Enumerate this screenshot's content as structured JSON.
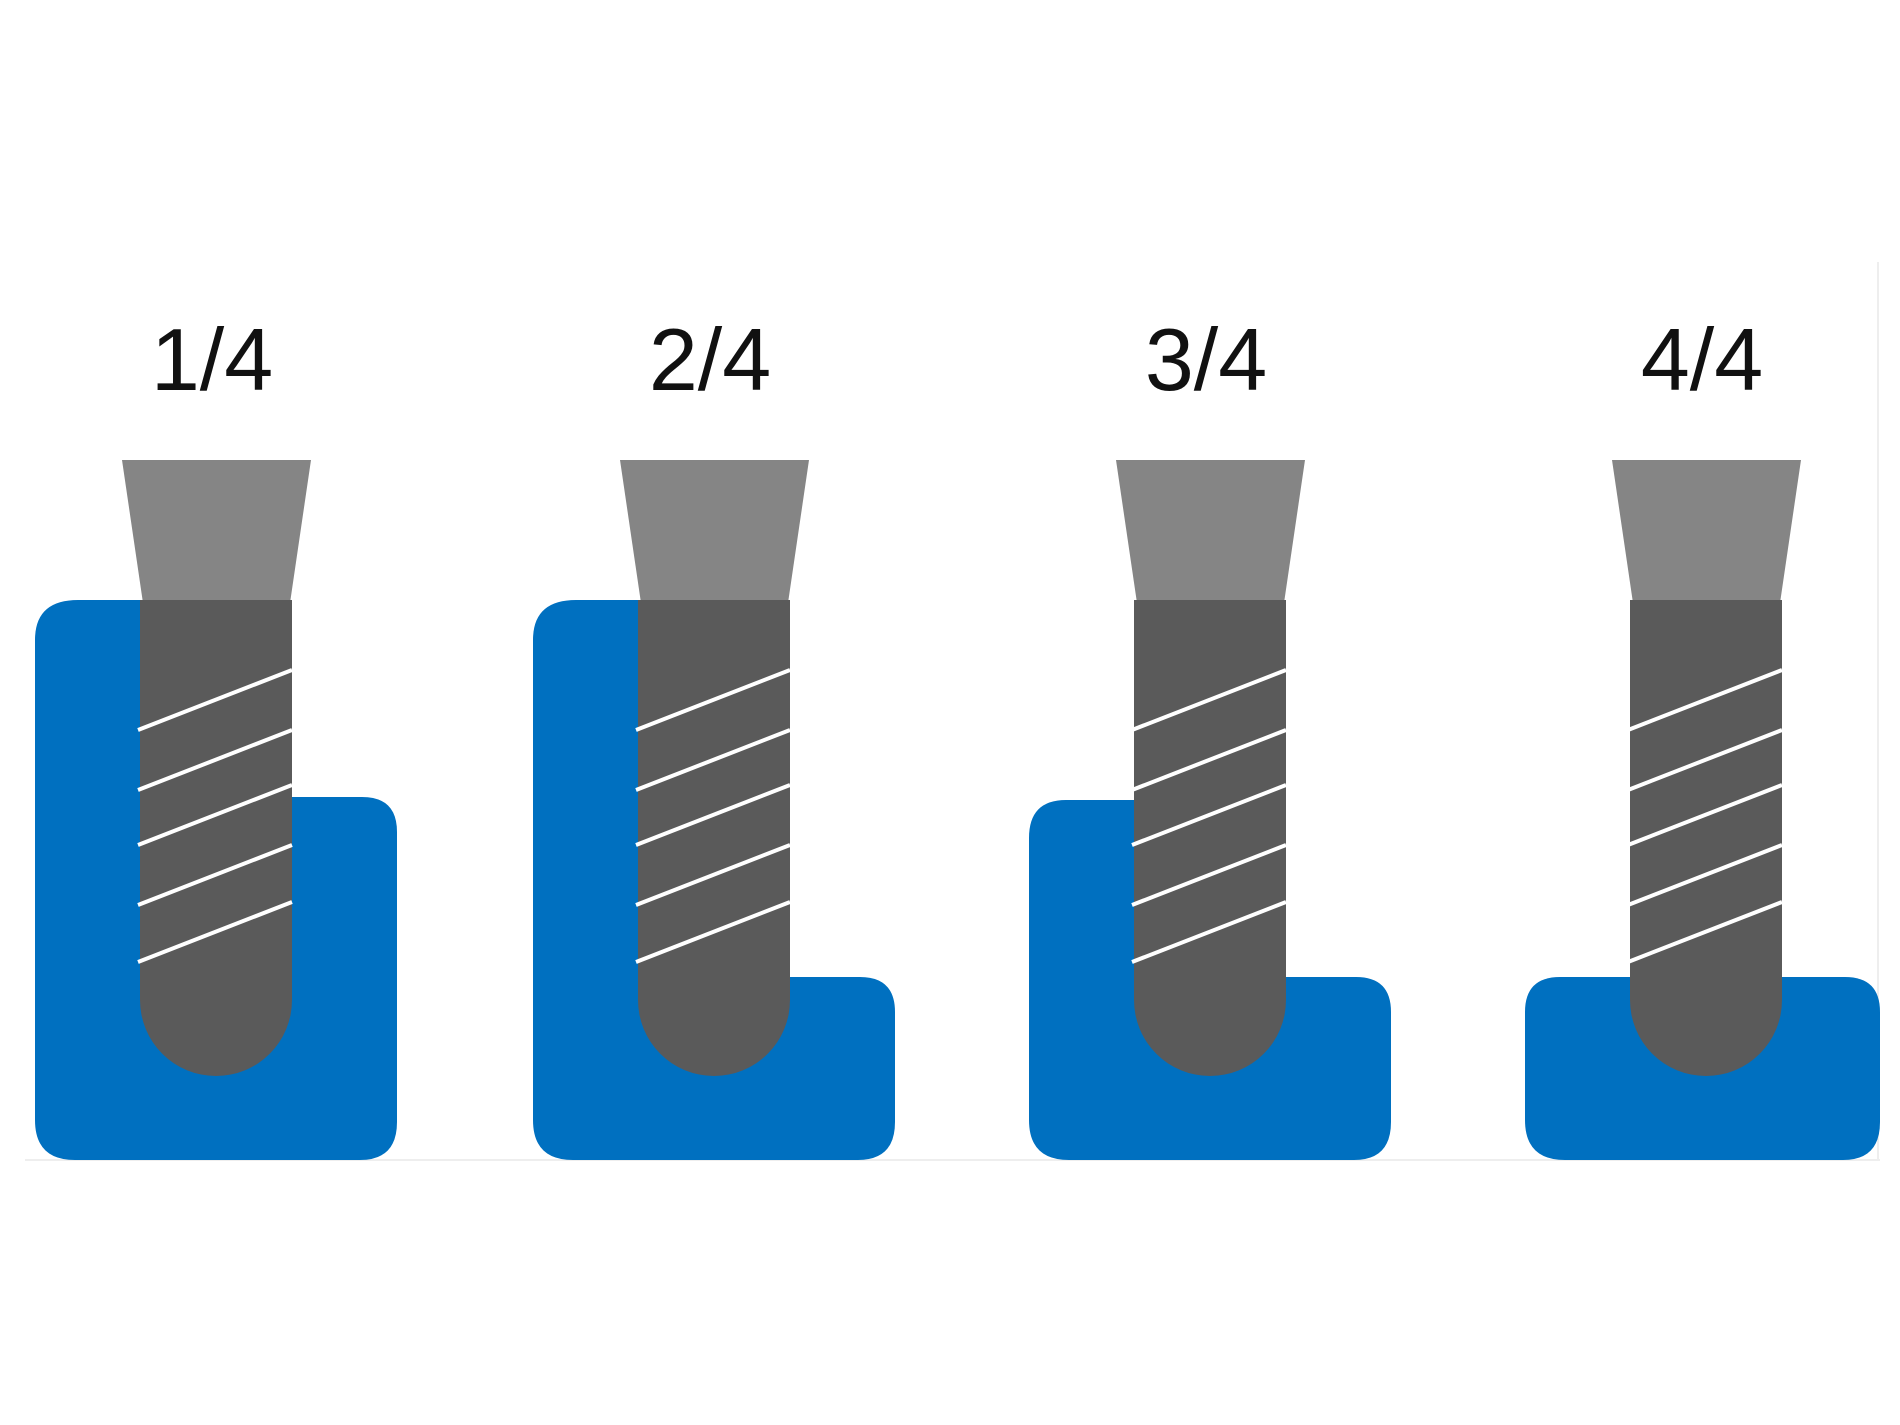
{
  "panels": [
    {
      "label": "1/4",
      "engagement": 0.25
    },
    {
      "label": "2/4",
      "engagement": 0.5
    },
    {
      "label": "3/4",
      "engagement": 0.75
    },
    {
      "label": "4/4",
      "engagement": 1.0
    }
  ],
  "colors": {
    "material": "#0070c0",
    "cutter_head": "#858585",
    "cutter_body": "#5a5a5a",
    "flute_lines": "#ffffff",
    "background": "#ffffff"
  }
}
